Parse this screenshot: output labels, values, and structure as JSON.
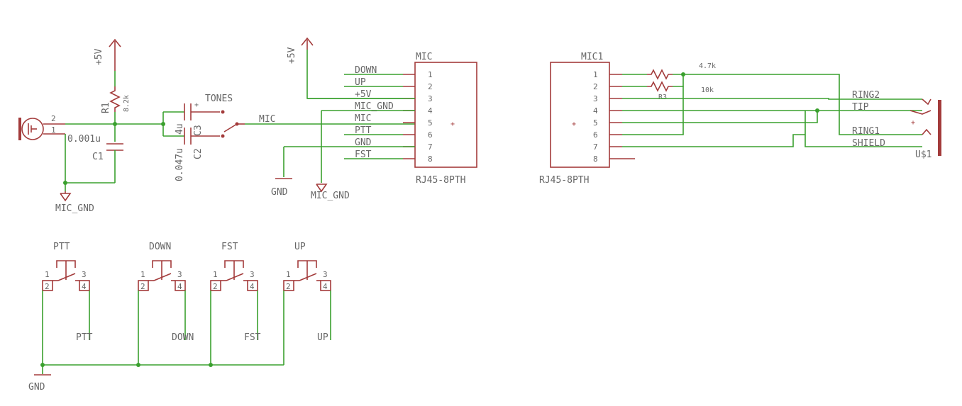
{
  "power": {
    "vcc_label": "+5V",
    "gnd_label": "GND",
    "mic_gnd_label": "MIC_GND"
  },
  "mic_input": {
    "pin2": "2",
    "pin1": "1",
    "r1_name": "R1",
    "r1_value": "8.2k",
    "c1_name": "C1",
    "c1_value": "0.001u",
    "c2_name": "C2",
    "c2_value": "0.047u",
    "c3_name": "C3",
    "c3_value": "4u",
    "tones_label": "TONES",
    "mic_net": "MIC"
  },
  "rj45_a": {
    "name": "MIC",
    "part": "RJ45-8PTH",
    "pins": [
      "1",
      "2",
      "3",
      "4",
      "5",
      "6",
      "7",
      "8"
    ],
    "nets": [
      "DOWN",
      "UP",
      "+5V",
      "MIC_GND",
      "MIC",
      "PTT",
      "GND",
      "FST"
    ]
  },
  "rj45_b": {
    "name": "MIC1",
    "part": "RJ45-8PTH",
    "pins": [
      "1",
      "2",
      "3",
      "4",
      "5",
      "6",
      "7",
      "8"
    ],
    "r_top_value": "4.7k",
    "r_bottom_value": "10k",
    "r3_name": "R3"
  },
  "jack": {
    "name": "U$1",
    "labels": [
      "RING2",
      "TIP",
      "RING1",
      "SHIELD"
    ]
  },
  "switches": [
    {
      "title": "PTT",
      "net": "PTT"
    },
    {
      "title": "DOWN",
      "net": "DOWN"
    },
    {
      "title": "FST",
      "net": "FST"
    },
    {
      "title": "UP",
      "net": "UP"
    }
  ],
  "switch_pins": [
    "1",
    "2",
    "3",
    "4"
  ]
}
